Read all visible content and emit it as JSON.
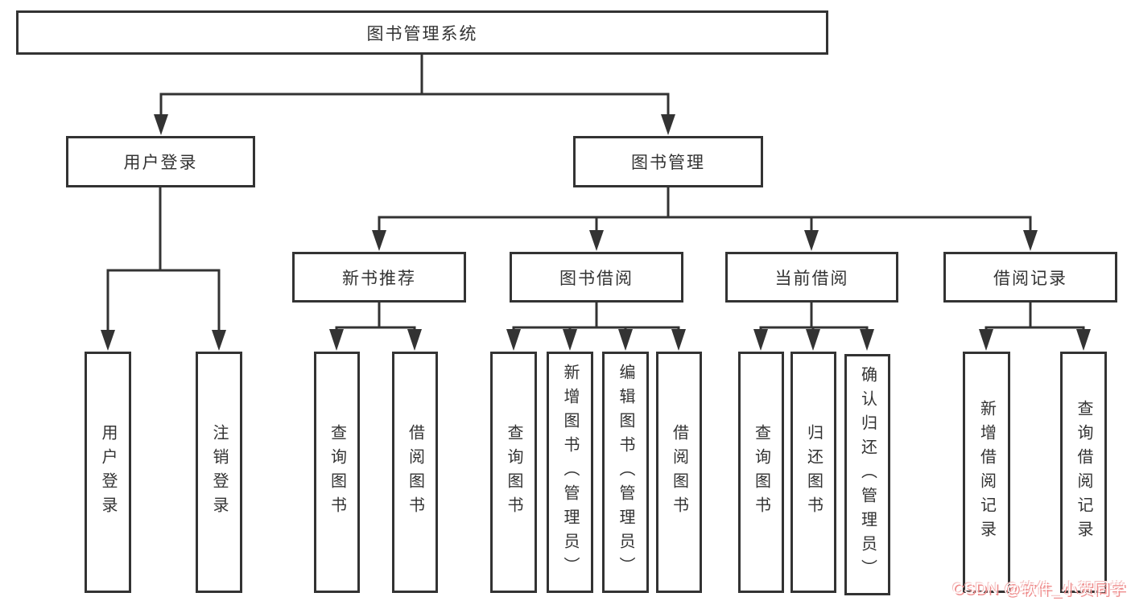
{
  "nodes": {
    "root": "图书管理系统",
    "user_login_branch": "用户登录",
    "book_mgmt_branch": "图书管理",
    "user_login_children": [
      "用户登录",
      "注销登录"
    ],
    "sections": [
      "新书推荐",
      "图书借阅",
      "当前借阅",
      "借阅记录"
    ],
    "new_book_children": [
      "查询图书",
      "借阅图书"
    ],
    "book_borrow_children": [
      "查询图书",
      "新增图书（管理员）",
      "编辑图书（管理员）",
      "借阅图书"
    ],
    "current_borrow_children": [
      "查询图书",
      "归还图书",
      "确认归还（管理员）"
    ],
    "record_children": [
      "新增借阅记录",
      "查询借阅记录"
    ]
  },
  "watermark": "CSDN @软件_小贺同学",
  "colors": {
    "line": "#333333",
    "text": "#333333",
    "background": "#ffffff",
    "watermark_text": "#ffffff",
    "watermark_shadow": "#ef8e8e"
  }
}
